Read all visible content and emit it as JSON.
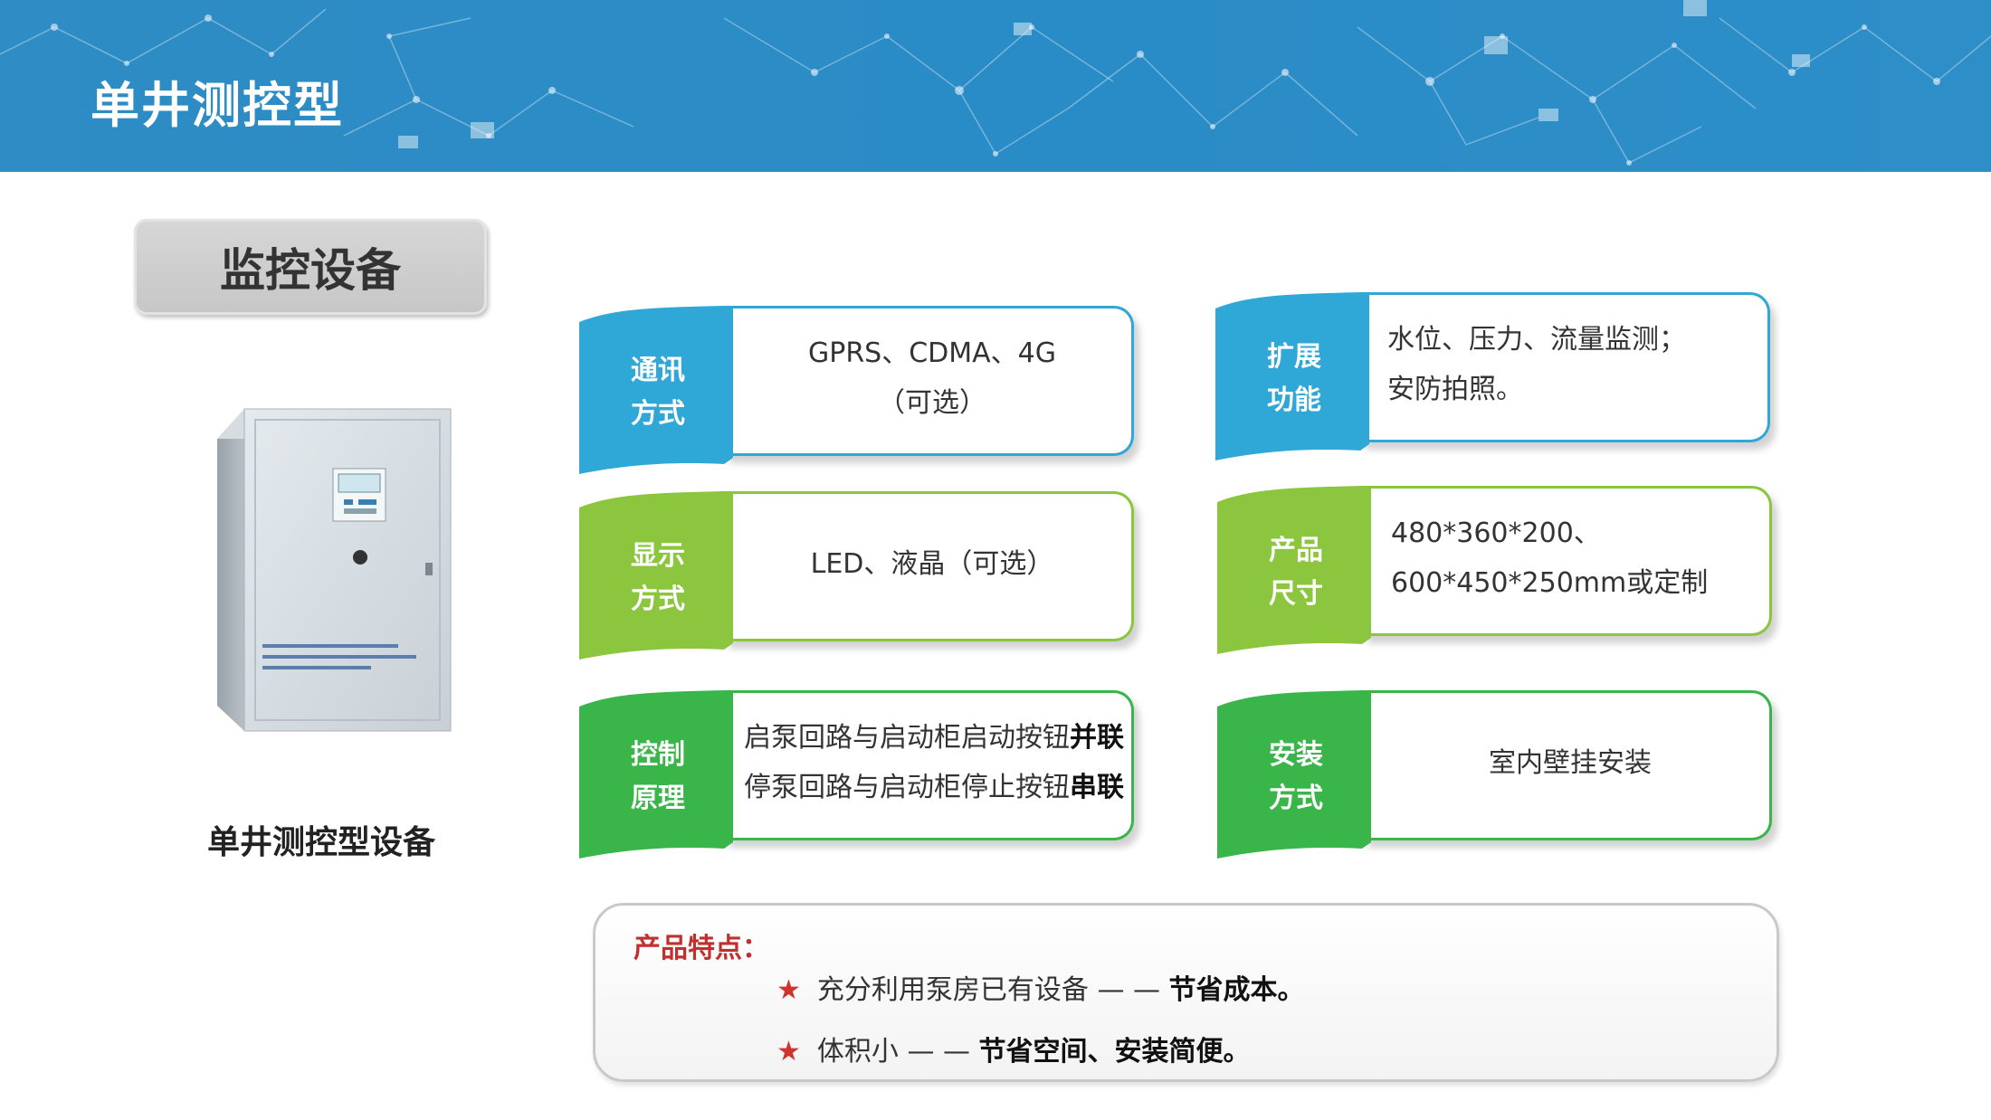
{
  "header": {
    "title": "单井测控型"
  },
  "section": {
    "title": "监控设备"
  },
  "device": {
    "caption": "单井测控型设备"
  },
  "cards": {
    "comm": {
      "label1": "通讯",
      "label2": "方式",
      "line1": "GPRS、CDMA、4G",
      "line2": "（可选）"
    },
    "display": {
      "label1": "显示",
      "label2": "方式",
      "line1": "LED、液晶（可选）"
    },
    "control": {
      "label1": "控制",
      "label2": "原理",
      "line1_pre": "启泵回路与启动柜启动按钮",
      "line1_bold": "并联",
      "line2_pre": "停泵回路与启动柜停止按钮",
      "line2_bold": "串联"
    },
    "extend": {
      "label1": "扩展",
      "label2": "功能",
      "line1": "水位、压力、流量监测；",
      "line2": "安防拍照。"
    },
    "size": {
      "label1": "产品",
      "label2": "尺寸",
      "line1": "480*360*200、",
      "line2": "600*450*250mm或定制"
    },
    "install": {
      "label1": "安装",
      "label2": "方式",
      "line1": "室内壁挂安装"
    }
  },
  "features": {
    "title": "产品特点：",
    "star": "★",
    "item1_pre": "充分利用泵房已有设备 — — ",
    "item1_bold": "节省成本。",
    "item2_pre": "体积小  — — ",
    "item2_bold": "节省空间、安装简便。"
  },
  "colors": {
    "blue": "#2fa8d8",
    "light_green": "#8cc63f",
    "green": "#39b54a",
    "banner": "#2a8cc6"
  }
}
